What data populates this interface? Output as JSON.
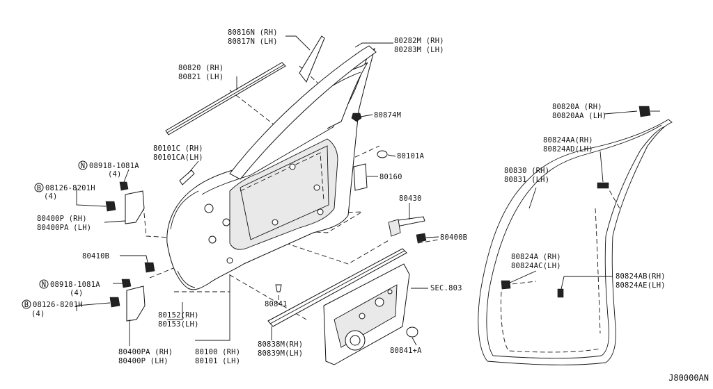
{
  "diagram_code": "J80000AN",
  "callouts": {
    "c80816": [
      "80816N (RH)",
      "80817N (LH)"
    ],
    "c80282": [
      "80282M (RH)",
      "80283M (LH)"
    ],
    "c80820": [
      "80820 (RH)",
      "80821 (LH)"
    ],
    "c80874": [
      "80874M"
    ],
    "c80820a": [
      "80820A  (RH)",
      "80820AA (LH)"
    ],
    "c80824aa": [
      "80824AA(RH)",
      "80824AD(LH)"
    ],
    "c80101c": [
      "80101C  (RH)",
      "80101CA(LH)"
    ],
    "c80101a": [
      "80101A"
    ],
    "c08918a": [
      "08918-1081A",
      "(4)"
    ],
    "c80160": [
      "80160"
    ],
    "c80830": [
      "80830 (RH)",
      "80831 (LH)"
    ],
    "c08126a": [
      "08126-8201H",
      "(4)"
    ],
    "c80430": [
      "80430"
    ],
    "c80400p_top": [
      "80400P  (RH)",
      "80400PA (LH)"
    ],
    "c80400b": [
      "80400B"
    ],
    "c80410b": [
      "80410B"
    ],
    "c80824a": [
      "80824A  (RH)",
      "80824AC(LH)"
    ],
    "c08918b": [
      "08918-1081A",
      "(4)"
    ],
    "sec803": [
      "SEC.803"
    ],
    "c80824ab": [
      "80824AB(RH)",
      "80824AE(LH)"
    ],
    "c08126b": [
      "08126-8201H",
      "(4)"
    ],
    "c80841": [
      "80841"
    ],
    "c80152": [
      "80152(RH)",
      "80153(LH)"
    ],
    "c80838": [
      "80838M(RH)",
      "80839M(LH)"
    ],
    "c80841a": [
      "80841+A"
    ],
    "c80400pa_bot": [
      "80400PA (RH)",
      "80400P  (LH)"
    ],
    "c80100": [
      "80100 (RH)",
      "80101 (LH)"
    ]
  },
  "prefix_marks": {
    "n_mark": "N",
    "b_mark": "B"
  }
}
